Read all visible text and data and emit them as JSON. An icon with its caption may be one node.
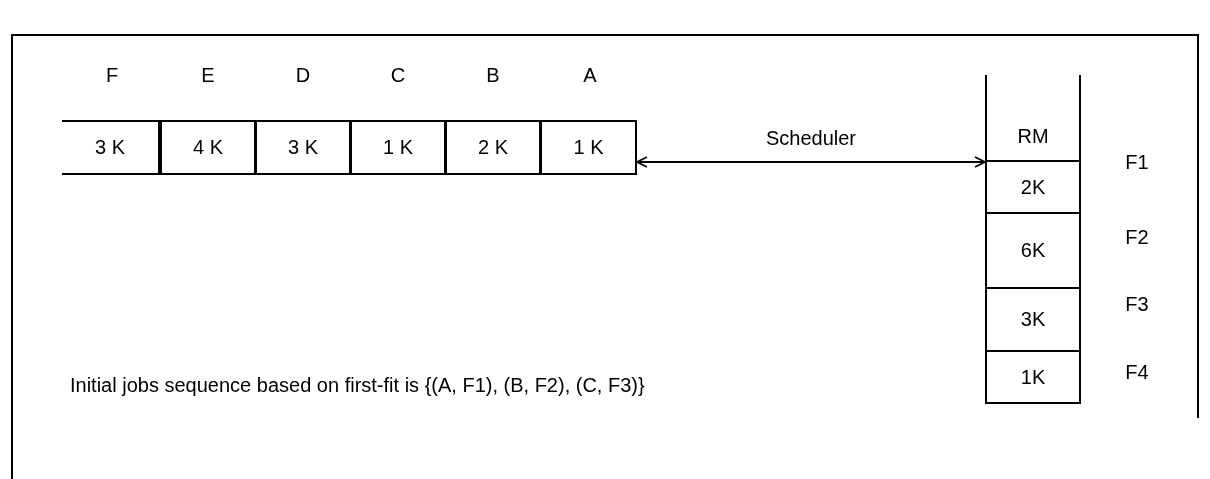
{
  "diagram": {
    "nodes": [
      {
        "text": [
          "3 K"
        ],
        "beside": [
          "F"
        ]
      },
      {
        "text": [
          "4 K"
        ],
        "beside": [
          "E"
        ]
      },
      {
        "text": [
          "3 K"
        ],
        "beside": [
          "D"
        ]
      },
      {
        "text": [
          "1 K"
        ],
        "beside": [
          "C"
        ]
      },
      {
        "text": [
          "2 K"
        ],
        "beside": [
          "B"
        ]
      },
      {
        "text": [
          "1 K"
        ],
        "beside": [
          "A"
        ]
      },
      {
        "text": [
          "RM"
        ]
      },
      {
        "text": [
          "2K"
        ],
        "beside": [
          "F1"
        ]
      },
      {
        "text": [
          "6K"
        ],
        "beside": [
          "F2"
        ]
      },
      {
        "text": [
          "3K"
        ],
        "beside": [
          "F3"
        ]
      },
      {
        "text": [
          "1K"
        ],
        "beside": [
          "F4"
        ]
      }
    ],
    "edges": [
      {
        "from": 5,
        "to": 7,
        "arrow": "both",
        "label": "Scheduler"
      }
    ],
    "labels": [
      "Initial jobs sequence based on first-fit is {(A, F1), (B, F2), (C, F3)}"
    ]
  }
}
